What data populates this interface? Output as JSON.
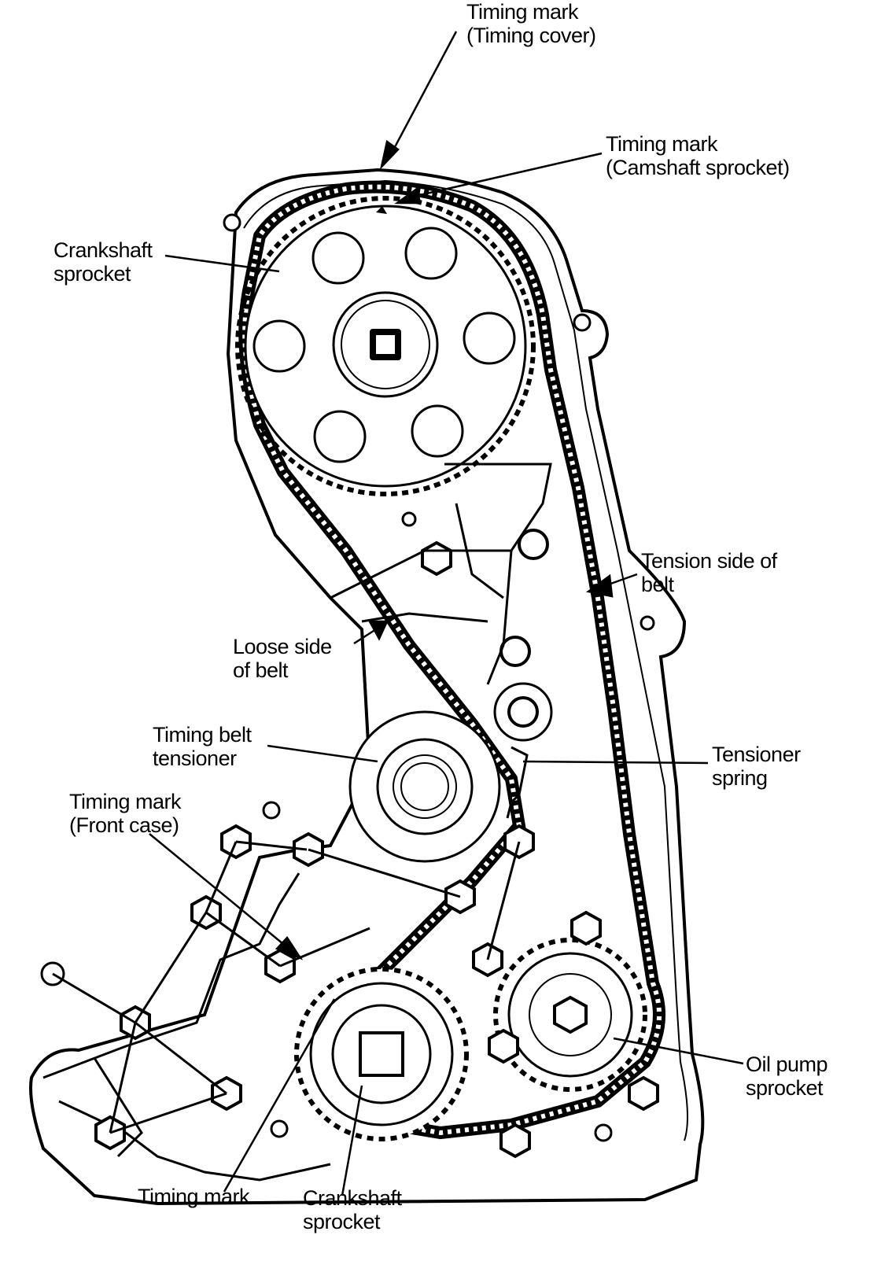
{
  "labels": {
    "timing_mark_cover": {
      "line1": "Timing mark",
      "line2": "(Timing cover)"
    },
    "timing_mark_cam": {
      "line1": "Timing mark",
      "line2": "(Camshaft sprocket)"
    },
    "crankshaft_sprocket_top": {
      "line1": "Crankshaft",
      "line2": "sprocket"
    },
    "tension_side": {
      "line1": "Tension side of",
      "line2": "belt"
    },
    "loose_side": {
      "line1": "Loose side",
      "line2": "of belt"
    },
    "timing_belt_tensioner": {
      "line1": "Timing belt",
      "line2": "tensioner"
    },
    "tensioner_spring": {
      "line1": "Tensioner",
      "line2": "spring"
    },
    "timing_mark_front_case": {
      "line1": "Timing mark",
      "line2": "(Front case)"
    },
    "oil_pump_sprocket": {
      "line1": "Oil pump",
      "line2": "sprocket"
    },
    "timing_mark_bottom": {
      "line1": "Timing mark"
    },
    "crankshaft_sprocket_bottom": {
      "line1": "Crankshaft",
      "line2": "sprocket"
    }
  }
}
